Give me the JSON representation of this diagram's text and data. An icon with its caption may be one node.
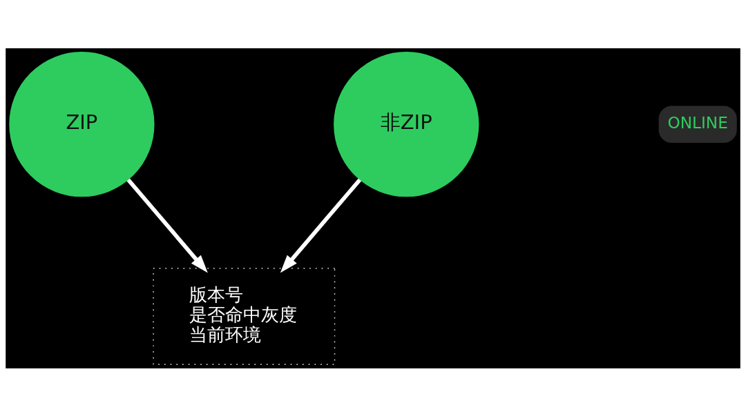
{
  "diagram": {
    "nodes": [
      {
        "text": [
          "ZIP"
        ]
      },
      {
        "text": [
          "非ZIP"
        ]
      },
      {
        "text": [
          "版本号",
          "是否命中灰度",
          "当前环境"
        ]
      }
    ],
    "edges": [
      {
        "from": 0,
        "to": 2,
        "arrow": "to"
      },
      {
        "from": 1,
        "to": 2,
        "arrow": "to"
      }
    ],
    "labels": [
      "ONLINE"
    ]
  }
}
